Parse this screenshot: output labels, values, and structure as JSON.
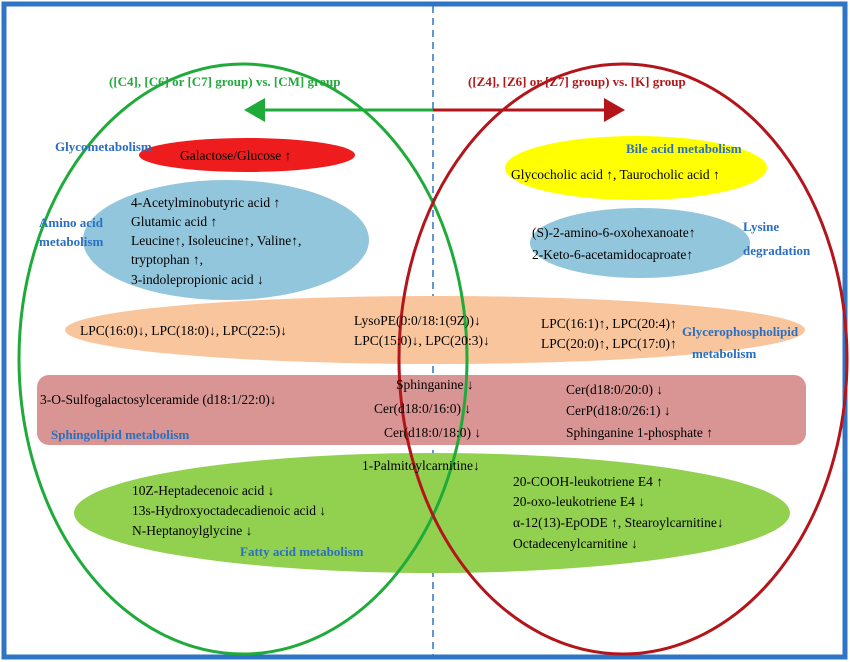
{
  "header": {
    "left": "([C4], [C6] or [C7] group) vs. [CM] group",
    "right": "([Z4], [Z6] or [Z7] group) vs. [K] group"
  },
  "colors": {
    "frame": "#2e75c6",
    "green_circle": "#1fab3a",
    "red_circle": "#b3151b",
    "red_ellipse": "#ee1c1c",
    "yellow_ellipse": "#ffff00",
    "blue_ellipse": "#92c6dc",
    "orange_ellipse": "#f9c59c",
    "pink_band": "#d99594",
    "green_ellipse": "#92d050",
    "category_label": "#2a6fc0"
  },
  "categories": {
    "glycometabolism": "Glycometabolism",
    "bile_acid": "Bile acid metabolism",
    "amino_acid_1": "Amino acid",
    "amino_acid_2": "metabolism",
    "lysine_1": "Lysine",
    "lysine_2": "degradation",
    "glycerophospholipid_1": "Glycerophospholipid",
    "glycerophospholipid_2": "metabolism",
    "sphingolipid": "Sphingolipid metabolism",
    "fatty_acid": "Fatty acid metabolism"
  },
  "glycometabolism": {
    "item": "Galactose/Glucose ↑"
  },
  "bile_acid": {
    "item": "Glycocholic acid ↑, Taurocholic acid ↑"
  },
  "amino_acid": {
    "items": [
      "4-Acetylminobutyric acid ↑",
      "Glutamic acid ↑",
      "Leucine↑, Isoleucine↑, Valine↑,",
      "tryptophan ↑,",
      "3-indolepropionic acid ↓"
    ]
  },
  "lysine": {
    "items": [
      "(S)-2-amino-6-oxohexanoate↑",
      "2-Keto-6-acetamidocaproate↑"
    ]
  },
  "glycerophospholipid": {
    "left": "LPC(16:0)↓, LPC(18:0)↓, LPC(22:5)↓",
    "center": [
      "LysoPE(0:0/18:1(9Z))↓",
      "LPC(15:0)↓, LPC(20:3)↓"
    ],
    "right": [
      "LPC(16:1)↑, LPC(20:4)↑",
      "LPC(20:0)↑, LPC(17:0)↑"
    ]
  },
  "sphingolipid": {
    "left": "3-O-Sulfogalactosylceramide (d18:1/22:0)↓",
    "center": [
      "Sphinganine ↓",
      "Cer(d18:0/16:0) ↓",
      "Cer(d18:0/18:0) ↓"
    ],
    "right": [
      "Cer(d18:0/20:0) ↓",
      "CerP(d18:0/26:1) ↓",
      "Sphinganine 1-phosphate ↑"
    ]
  },
  "fatty_acid": {
    "center": "1-Palmitoylcarnitine↓",
    "left": [
      "10Z-Heptadecenoic acid ↓",
      "13s-Hydroxyoctadecadienoic acid ↓",
      "N-Heptanoylglycine ↓"
    ],
    "right": [
      "20-COOH-leukotriene E4 ↑",
      "20-oxo-leukotriene E4 ↓",
      "α-12(13)-EpODE ↑, Stearoylcarnitine↓",
      "Octadecenylcarnitine ↓"
    ]
  }
}
